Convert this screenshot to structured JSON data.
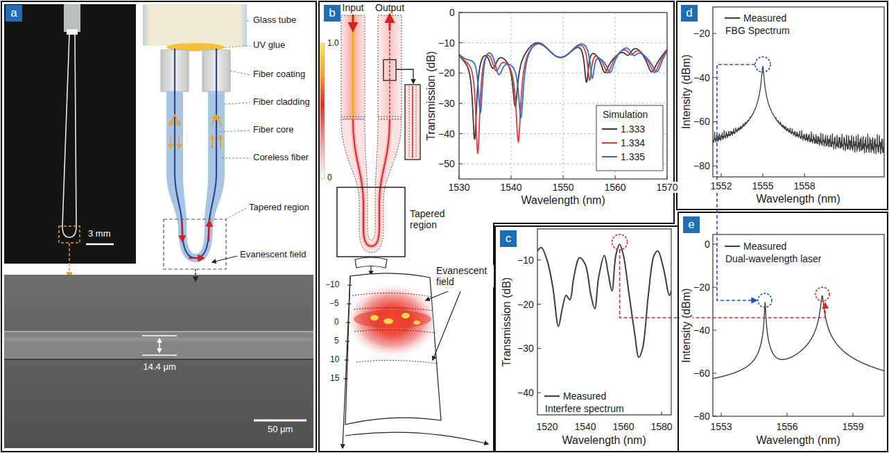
{
  "diagram": {
    "nodes": [
      {
        "text": [
          "a"
        ]
      },
      {
        "text": [
          "b"
        ]
      },
      {
        "text": [
          "c"
        ]
      },
      {
        "text": [
          "d"
        ]
      },
      {
        "text": [
          "e"
        ]
      }
    ],
    "labels": [
      "Glass tube",
      "UV glue",
      "Fiber coating",
      "Fiber cladding",
      "Fiber core",
      "Coreless fiber",
      "Tapered region",
      "Evanescent field",
      "3 mm",
      "14.4 μm",
      "50 μm",
      "Input",
      "Output",
      "1.0",
      "0",
      "Tapered region",
      "Evanescent field",
      "−10",
      "−5",
      "0",
      "5",
      "10",
      "15",
      "Transmission (dB)",
      "Wavelength (nm)",
      "0",
      "−10",
      "−20",
      "−30",
      "−40",
      "−50",
      "1530",
      "1540",
      "1550",
      "1560",
      "1570",
      "Simulation",
      "Transmission (dB)",
      "Wavelength (nm)",
      "−10",
      "−20",
      "−30",
      "−40",
      "1520",
      "1540",
      "1560",
      "1580",
      "Interfere spectrum",
      "Intensity (dBm)",
      "Wavelength (nm)",
      "−20",
      "−40",
      "−60",
      "−80",
      "1552",
      "1555",
      "1558",
      "FBG Spectrum",
      "Intensity (dBm)",
      "Wavelength (nm)",
      "0",
      "−20",
      "−40",
      "−60",
      "−80",
      "1553",
      "1556",
      "1559",
      "Dual-wavelength laser"
    ],
    "legend": [
      {
        "text": "1.333"
      },
      {
        "text": "1.334"
      },
      {
        "text": "1.335"
      },
      {
        "text": "Measured"
      },
      {
        "text": "Measured"
      },
      {
        "text": "Measured"
      }
    ]
  }
}
